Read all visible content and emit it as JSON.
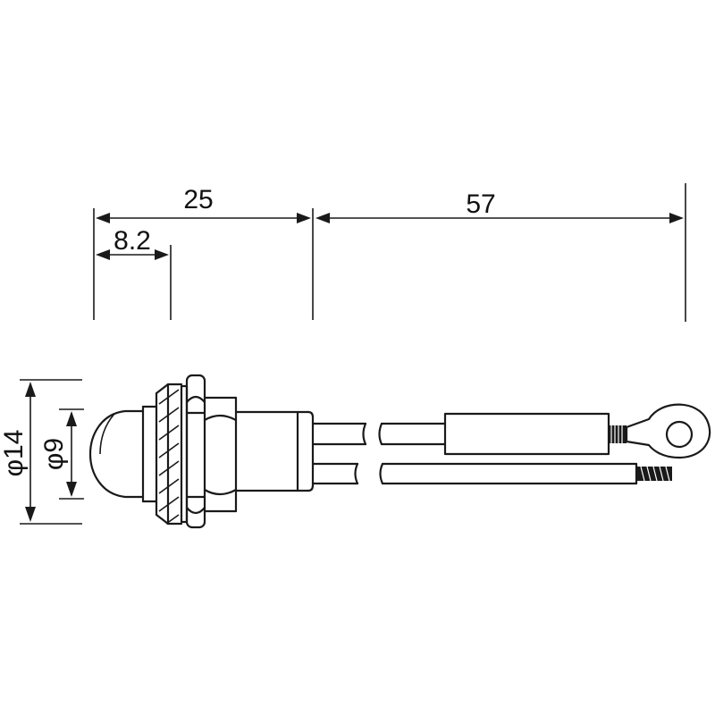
{
  "dimensions": {
    "overall_front_length": "25",
    "lens_length": "8.2",
    "lead_length": "57",
    "outer_diameter": "φ14",
    "lens_diameter": "φ9"
  },
  "colors": {
    "line": "#1a1a1a",
    "background": "#ffffff"
  }
}
